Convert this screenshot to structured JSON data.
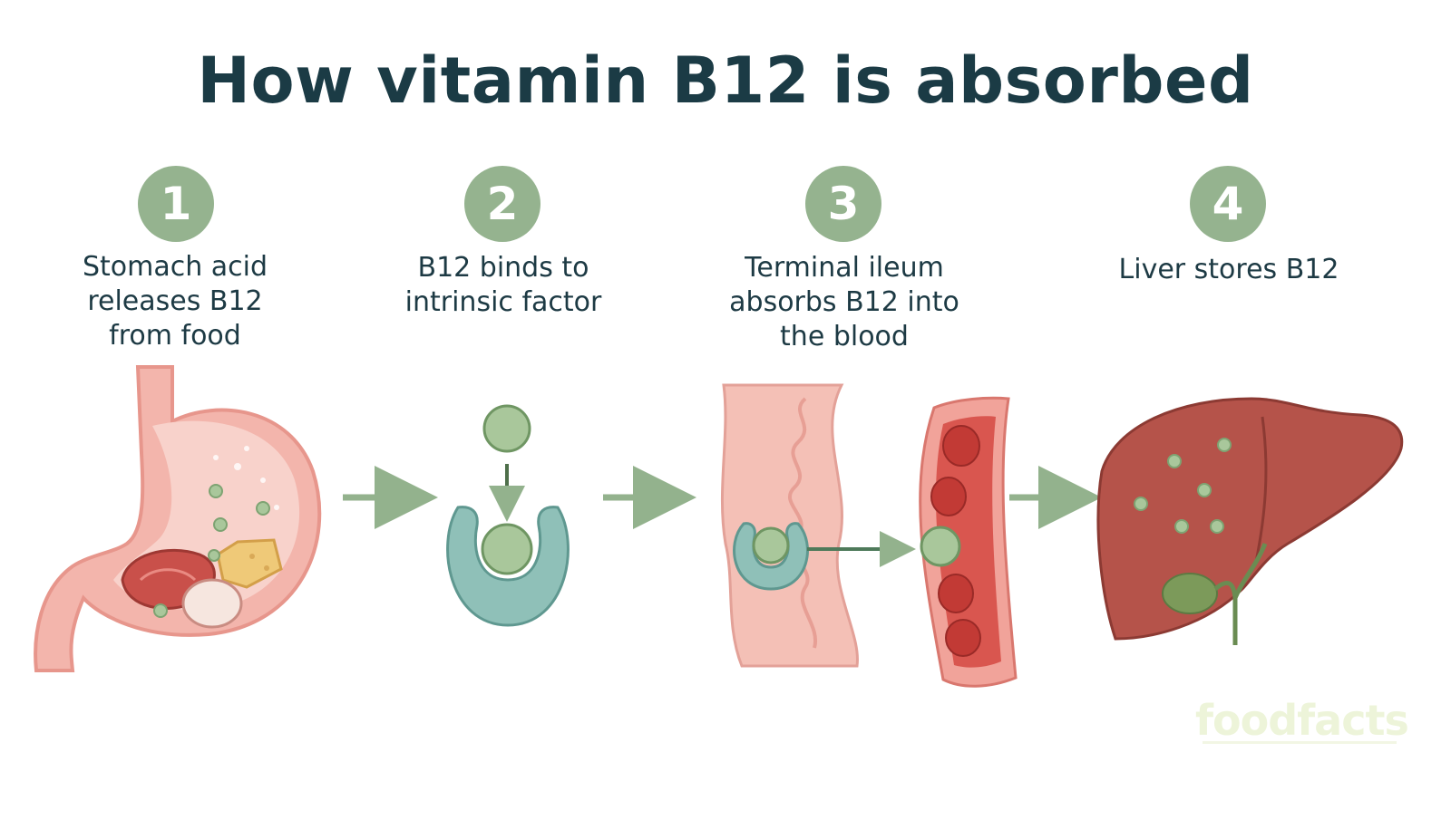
{
  "title": "How vitamin B12 is absorbed",
  "steps": [
    {
      "number": "1",
      "label": "Stomach acid\nreleases B12\nfrom food"
    },
    {
      "number": "2",
      "label": "B12 binds to\nintrinsic factor"
    },
    {
      "number": "3",
      "label": "Terminal ileum\nabsorbs B12 into\nthe blood"
    },
    {
      "number": "4",
      "label": "Liver stores B12"
    }
  ],
  "watermark": "foodfacts",
  "colors": {
    "title": "#1b3b45",
    "step_circle": "#95b38f",
    "arrow": "#93b28d",
    "b12_molecule": "#a9c79b",
    "intrinsic_factor": "#8fc0b8",
    "stomach": "#f3b5ac",
    "blood_vessel": "#d9564f",
    "liver": "#b5534a"
  }
}
